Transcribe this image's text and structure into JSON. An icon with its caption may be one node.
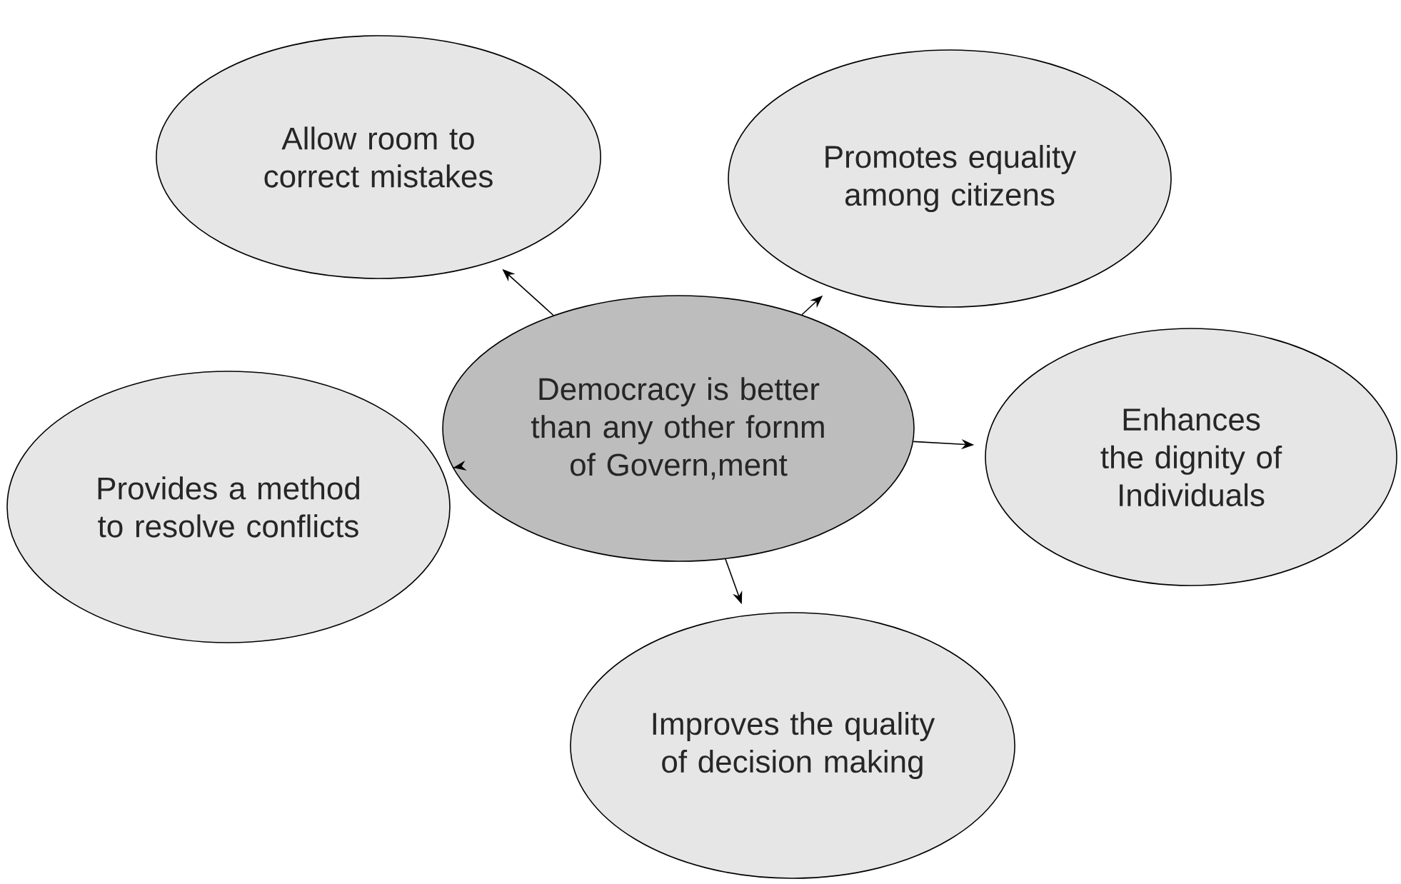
{
  "diagram": {
    "nodes": [
      {
        "text": [
          "Allow room to correct mistakes"
        ]
      },
      {
        "text": [
          "Promotes equality among citizens"
        ]
      },
      {
        "text": [
          "Democracy is better than any other fornm of Govern,ment"
        ]
      },
      {
        "text": [
          "Enhances the dignity of Individuals"
        ]
      },
      {
        "text": [
          "Provides a method to resolve conflicts"
        ]
      },
      {
        "text": [
          "Improves the quality of decision making"
        ]
      }
    ],
    "edges": [
      {
        "from": 2,
        "to": 0,
        "arrow": "to"
      },
      {
        "from": 2,
        "to": 1,
        "arrow": "to"
      },
      {
        "from": 2,
        "to": 3,
        "arrow": "to"
      },
      {
        "from": 2,
        "to": 4,
        "arrow": "to"
      },
      {
        "from": 2,
        "to": 5,
        "arrow": "to"
      }
    ]
  }
}
